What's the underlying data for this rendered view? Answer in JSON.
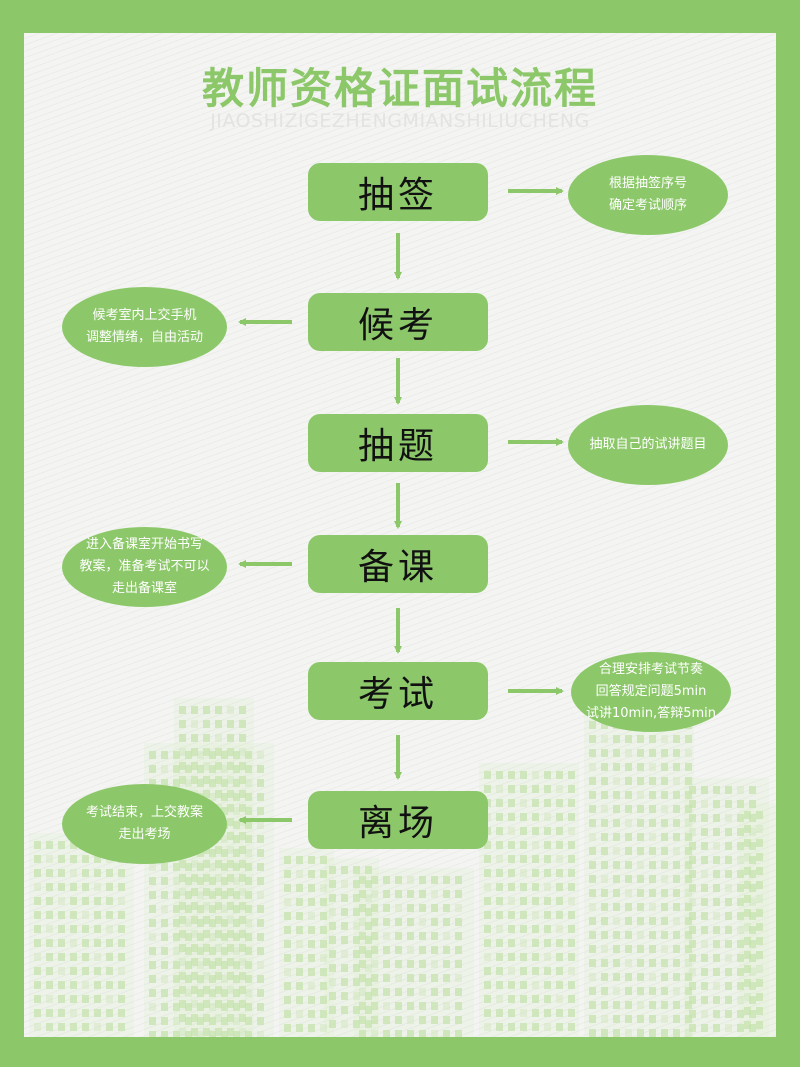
{
  "title": "教师资格证面试流程",
  "subtitle": "JIAOSHIZIGEZHENGMIANSHILIUCHENG",
  "steps": [
    "抽签",
    "候考",
    "抽题",
    "备课",
    "考试",
    "离场"
  ],
  "notes": {
    "draw_lot": [
      "根据抽签序号",
      "确定考试顺序"
    ],
    "waiting": [
      "候考室内上交手机",
      "调整情绪，自由活动"
    ],
    "draw_question": [
      "抽取自己的试讲题目"
    ],
    "prepare": [
      "进入备课室开始书写",
      "教案，准备考试不可以",
      "走出备课室"
    ],
    "exam": [
      "合理安排考试节奏",
      "回答规定问题5min",
      "试讲10min,答辩5min"
    ],
    "leave": [
      "考试结束，上交教案",
      "走出考场"
    ]
  },
  "colors": {
    "border_green": "#8cc86a",
    "panel_bg": "#f4f5f2",
    "building_green": "#c5e3ae",
    "subtitle_gray": "#e2e4df"
  }
}
